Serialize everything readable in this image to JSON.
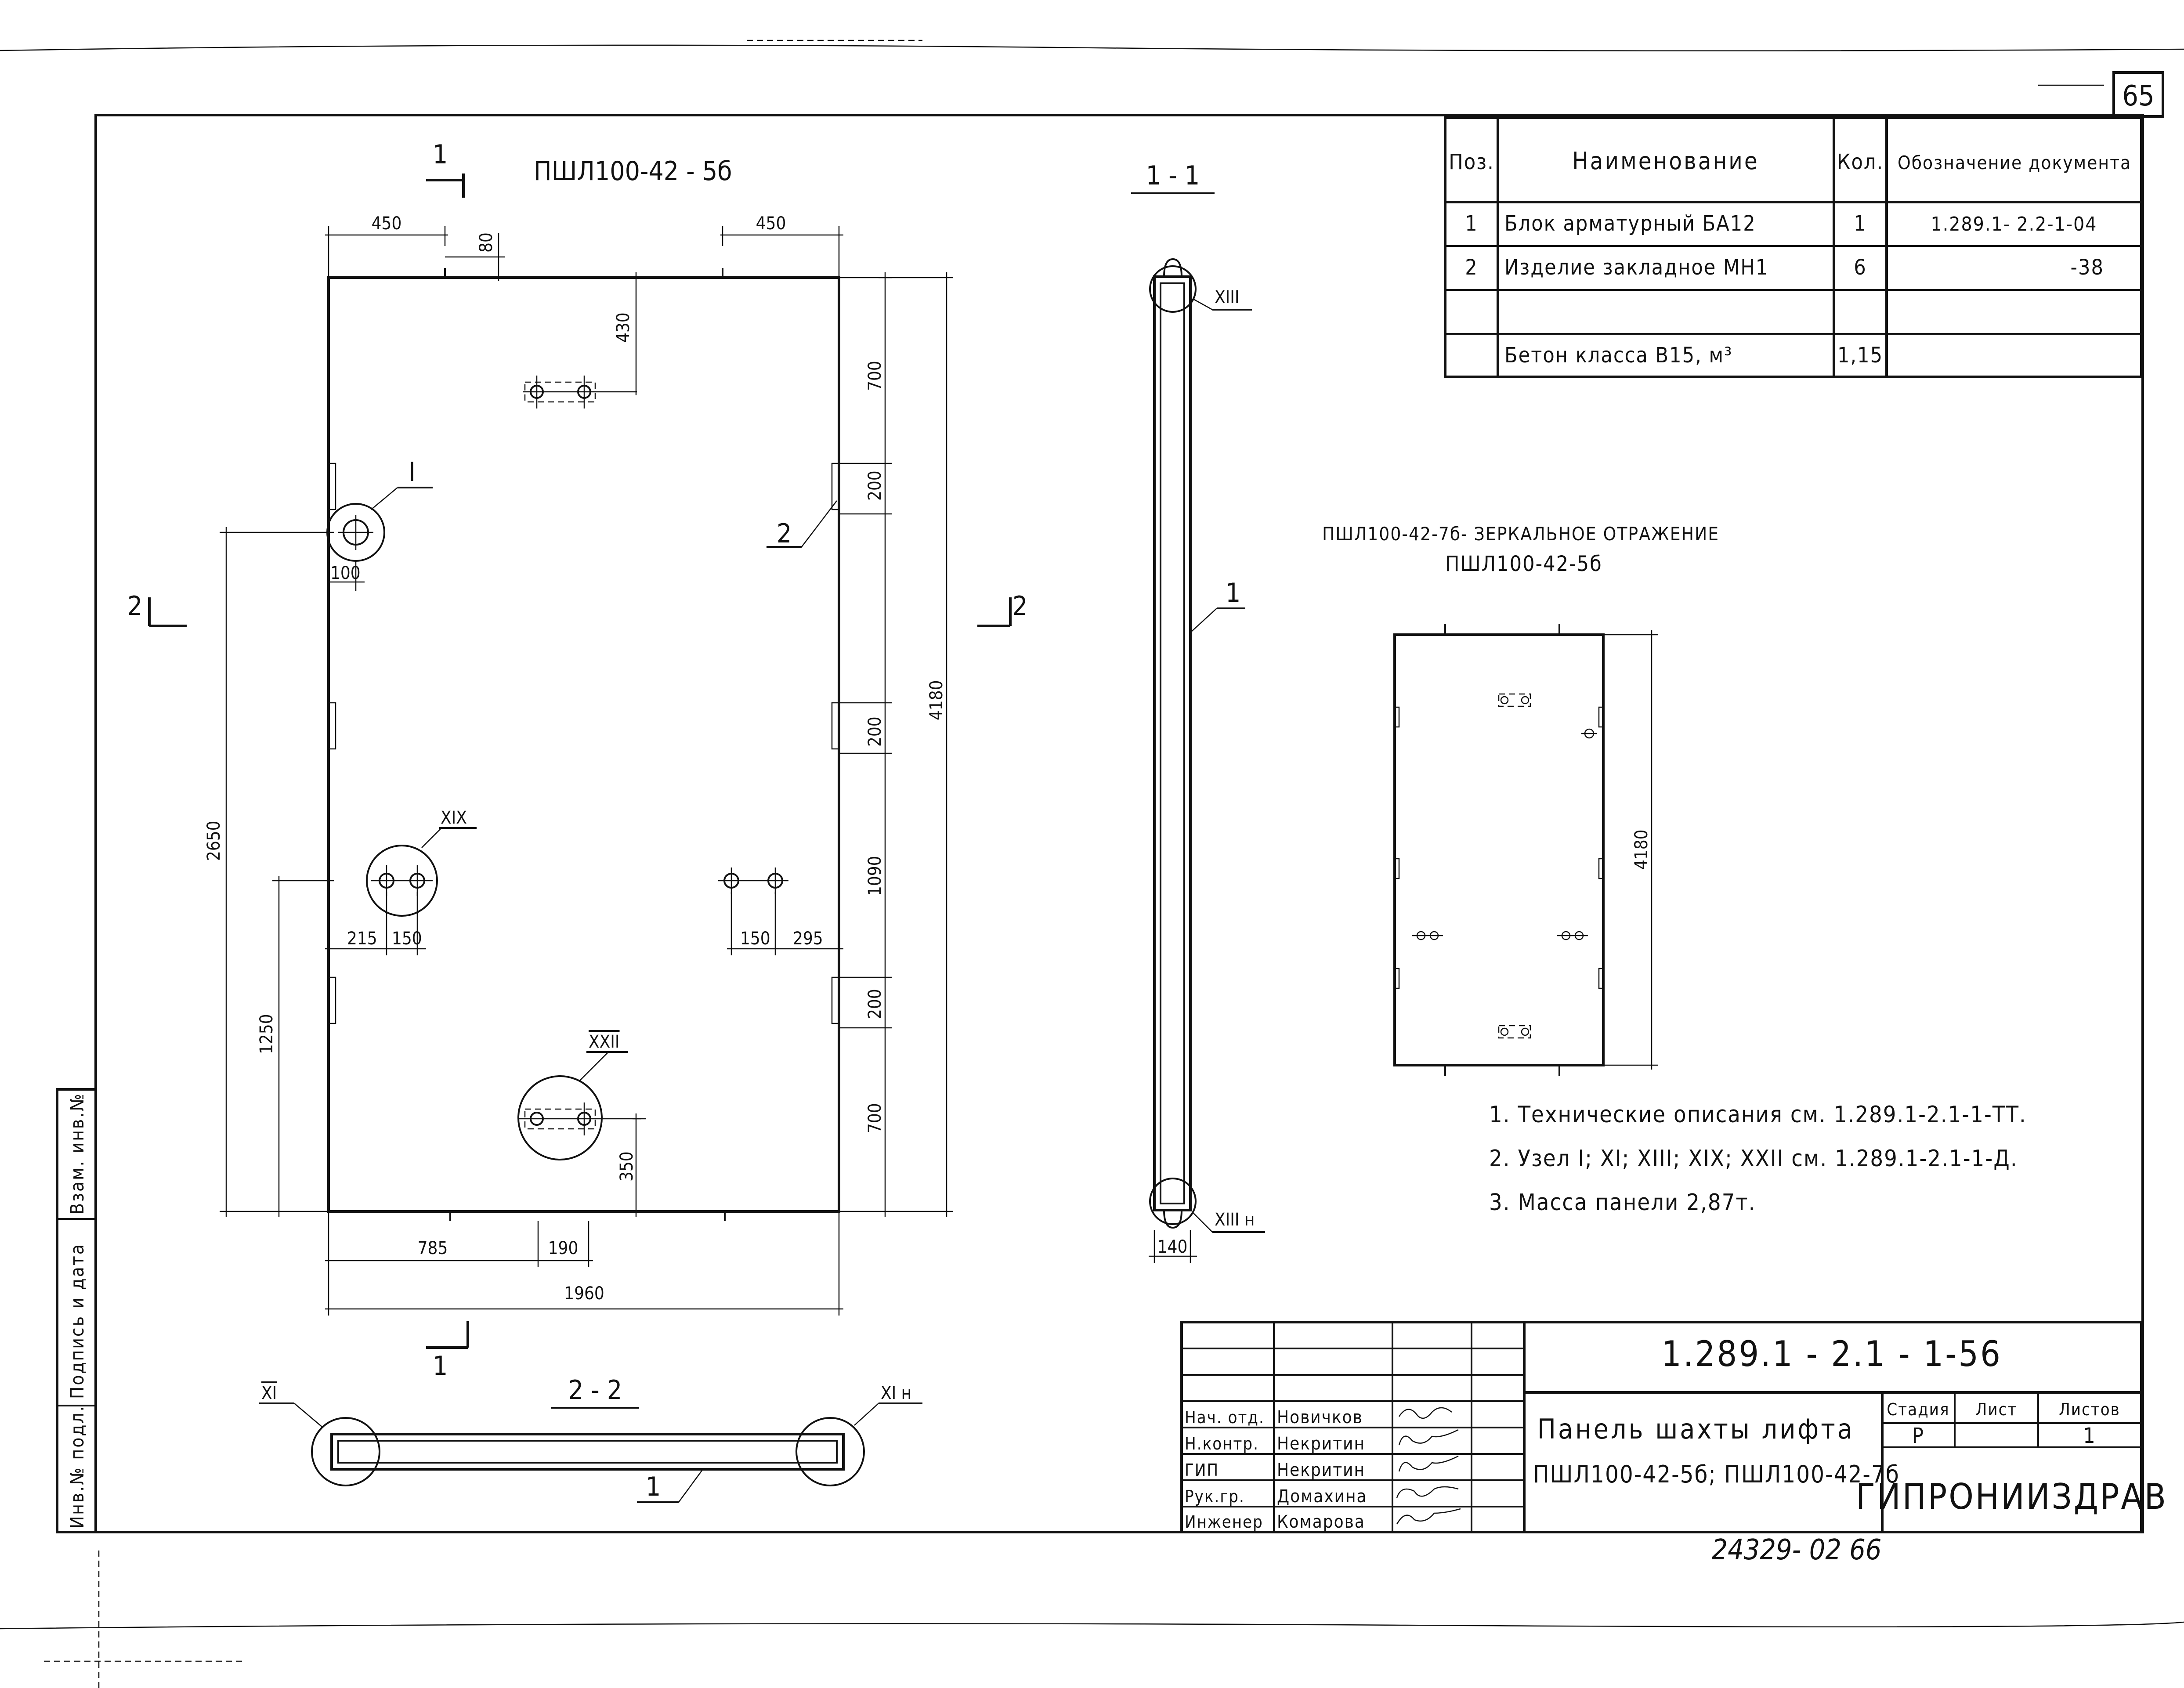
{
  "sheet": {
    "page_number": "65",
    "bottom_number": "24329- 02  66"
  },
  "plan": {
    "title": "ПШЛ100-42 - 5б",
    "section_mark": "1",
    "section_mark_left": "2",
    "section_mark_right": "2",
    "dims": {
      "top_left": "450",
      "top_80": "80",
      "top_right": "450",
      "d430": "430",
      "r700_top": "700",
      "r200_a": "200",
      "r200_b": "200",
      "r1090": "1090",
      "r200_c": "200",
      "r700_bot": "700",
      "r4180": "4180",
      "l2650": "2650",
      "l1250": "1250",
      "d100": "100",
      "d215": "215",
      "d150a": "150",
      "d150b": "150",
      "d295": "295",
      "d350": "350",
      "b785": "785",
      "b190": "190",
      "b1960": "1960"
    },
    "nodes": {
      "n1": "I",
      "n19": "XIX",
      "n22": "XXII",
      "pos2": "2"
    }
  },
  "section11": {
    "title": "1 - 1",
    "node_top": "XIII",
    "node_bottom": "XIII н",
    "pos1": "1",
    "dim140": "140"
  },
  "section22": {
    "title": "2 - 2",
    "node_left": "XI",
    "node_right": "XI н",
    "pos1": "1"
  },
  "mirror": {
    "line1": "ПШЛ100-42-7б- ЗЕРКАЛЬНОЕ ОТРАЖЕНИЕ",
    "line2": "ПШЛ100-42-5б",
    "dim4180": "4180"
  },
  "spec_table": {
    "headers": [
      "Поз.",
      "Наименование",
      "Кол.",
      "Обозначение документа"
    ],
    "rows": [
      [
        "1",
        "Блок арматурный  БА12",
        "1",
        "1.289.1- 2.2-1-04"
      ],
      [
        "2",
        "Изделие закладное  МН1",
        "6",
        "-38"
      ],
      [
        "",
        "",
        "",
        ""
      ],
      [
        "",
        "Бетон класса  В15, м³",
        "1,15",
        ""
      ]
    ]
  },
  "notes": [
    "1. Технические описания см. 1.289.1-2.1-1-ТТ.",
    "2. Узел I; XI; XIII; XIX; XXII  см. 1.289.1-2.1-1-Д.",
    "3. Масса панели 2,87т."
  ],
  "title_block": {
    "code": "1.289.1 - 2.1 - 1-56",
    "title_line1": "Панель шахты лифта",
    "title_line2": "ПШЛ100-42-5б; ПШЛ100-42-7б",
    "stage_label": "Стадия",
    "sheet_label": "Лист",
    "sheets_label": "Листов",
    "stage": "Р",
    "sheet": "",
    "sheets": "1",
    "org": "ГИПРОНИИЗДРАВ",
    "staff": [
      {
        "role": "Нач. отд.",
        "name": "Новичков"
      },
      {
        "role": "Н.контр.",
        "name": "Некритин"
      },
      {
        "role": "ГИП",
        "name": "Некритин"
      },
      {
        "role": "Рук.гр.",
        "name": "Домахина"
      },
      {
        "role": "Инженер",
        "name": "Комарова"
      }
    ]
  },
  "side_stamp": {
    "inv_podl": "Инв.№ подл.",
    "sign_date": "Подпись и дата",
    "vzam_inv": "Взам. инв.№"
  }
}
